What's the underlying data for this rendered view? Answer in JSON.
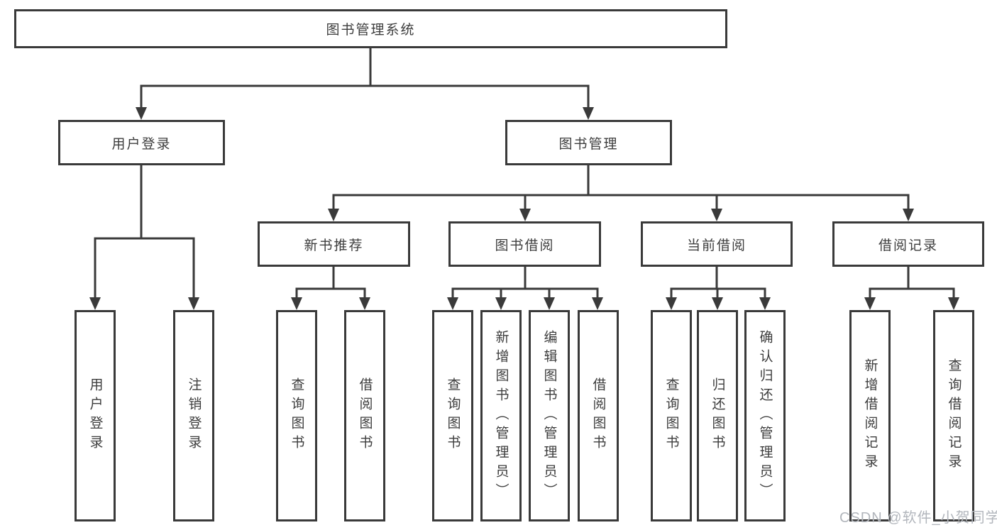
{
  "diagram_title": "图书管理系统",
  "tree": {
    "root": {
      "label": "图书管理系统"
    },
    "branches": [
      {
        "label": "用户登录",
        "children": [
          {
            "label": "用户登录"
          },
          {
            "label": "注销登录"
          }
        ]
      },
      {
        "label": "图书管理",
        "children": [
          {
            "label": "新书推荐",
            "children": [
              {
                "label": "查询图书"
              },
              {
                "label": "借阅图书"
              }
            ]
          },
          {
            "label": "图书借阅",
            "children": [
              {
                "label": "查询图书"
              },
              {
                "label": "新增图书（管理员）"
              },
              {
                "label": "编辑图书（管理员）"
              },
              {
                "label": "借阅图书"
              }
            ]
          },
          {
            "label": "当前借阅",
            "children": [
              {
                "label": "查询图书"
              },
              {
                "label": "归还图书"
              },
              {
                "label": "确认归还（管理员）"
              }
            ]
          },
          {
            "label": "借阅记录",
            "children": [
              {
                "label": "新增借阅记录"
              },
              {
                "label": "查询借阅记录"
              }
            ]
          }
        ]
      }
    ]
  },
  "watermark": {
    "text": "CSDN @软件_小贺同学"
  },
  "colors": {
    "line": "#3a3a3a",
    "text": "#3d3d3d",
    "background": "#ffffff",
    "watermark": "#b2b6bc"
  }
}
